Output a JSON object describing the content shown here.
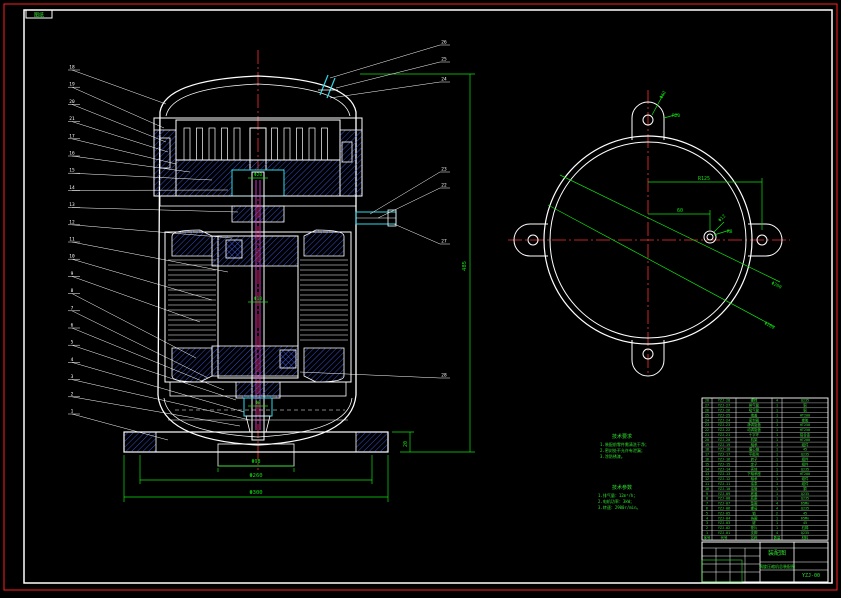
{
  "colors": {
    "background": "#000000",
    "frame": "#ff2020",
    "outline": "#ffffff",
    "dimension": "#10e010",
    "centerline": "#ff3030",
    "hatch": "#4060ff",
    "glass": "#30d8e8",
    "leader": "#ffffff",
    "table_text": "#30e030"
  },
  "sheet": {
    "tab_label": "图纸",
    "title_block": {
      "drawing_title": "装配图",
      "drawing_no": "YZJ-00",
      "sub_caption": "涡旋压缩机总装配图"
    }
  },
  "front_view": {
    "dimensions": {
      "width_base": "Φ300",
      "width_shell": "Φ260",
      "width_foot": "Φ98",
      "height_total": "485",
      "height_base": "20",
      "shaft_d": "Φ20",
      "shaft_d2": "Φ18",
      "pin_d": "Φ8"
    },
    "leaders_left": [
      "18",
      "19",
      "20",
      "21",
      "17",
      "16",
      "15",
      "14",
      "13",
      "12",
      "11",
      "10",
      "9",
      "8",
      "7",
      "6",
      "5",
      "4",
      "3",
      "2",
      "1"
    ],
    "leaders_right": [
      "26",
      "25",
      "24",
      "23",
      "22",
      "27",
      "28"
    ]
  },
  "top_view": {
    "dimensions": {
      "bolt_circle": "R125",
      "inner_offset": "60",
      "tab_hole": "Φ12",
      "tab_r": "R20",
      "port_d": "Φ12",
      "port_r": "R8",
      "diag_1": "Φ260",
      "diag_2": "Φ280"
    }
  },
  "notes": {
    "section1_title": "技术要求",
    "section1_lines": [
      "1.装配前零件需清洗干净；",
      "2.密封处不允许有泄漏；",
      "3.涂防锈漆。"
    ],
    "section2_title": "技术参数",
    "section2_lines": [
      "1.排气量：12m³/h；",
      "2.电机功率：3kW；",
      "3.转速：2900r/min。"
    ]
  },
  "parts_list": {
    "rows": [
      [
        "28",
        "YZJ-28",
        "螺栓",
        "4",
        "Q235"
      ],
      [
        "27",
        "YZJ-27",
        "排气管",
        "1",
        "铜"
      ],
      [
        "26",
        "YZJ-26",
        "吸气管",
        "1",
        "铜"
      ],
      [
        "25",
        "YZJ-25",
        "端盖",
        "1",
        "HT200"
      ],
      [
        "24",
        "YZJ-24",
        "密封圈",
        "1",
        "橡胶"
      ],
      [
        "23",
        "YZJ-23",
        "静涡旋盘",
        "1",
        "HT250"
      ],
      [
        "22",
        "YZJ-22",
        "动涡旋盘",
        "1",
        "HT250"
      ],
      [
        "21",
        "YZJ-21",
        "十字环",
        "1",
        "铝合金"
      ],
      [
        "20",
        "YZJ-20",
        "机架",
        "1",
        "HT200"
      ],
      [
        "19",
        "YZJ-19",
        "轴承",
        "1",
        "组件"
      ],
      [
        "18",
        "YZJ-18",
        "偏心轴",
        "1",
        "45"
      ],
      [
        "17",
        "YZJ-17",
        "平衡块",
        "1",
        "Q235"
      ],
      [
        "16",
        "YZJ-16",
        "转子",
        "1",
        "组件"
      ],
      [
        "15",
        "YZJ-15",
        "定子",
        "1",
        "组件"
      ],
      [
        "14",
        "YZJ-14",
        "壳体",
        "1",
        "Q235"
      ],
      [
        "13",
        "YZJ-13",
        "下轴承座",
        "1",
        "HT200"
      ],
      [
        "12",
        "YZJ-12",
        "轴承",
        "1",
        "组件"
      ],
      [
        "11",
        "YZJ-11",
        "油泵",
        "1",
        "组件"
      ],
      [
        "10",
        "YZJ-10",
        "油管",
        "1",
        "铜"
      ],
      [
        "9",
        "YZJ-09",
        "底盖",
        "1",
        "Q235"
      ],
      [
        "8",
        "YZJ-08",
        "底座",
        "1",
        "Q235"
      ],
      [
        "7",
        "YZJ-07",
        "垫圈",
        "4",
        "65Mn"
      ],
      [
        "6",
        "YZJ-06",
        "螺母",
        "4",
        "Q235"
      ],
      [
        "5",
        "YZJ-05",
        "销",
        "2",
        "45"
      ],
      [
        "4",
        "YZJ-04",
        "挡圈",
        "1",
        "65Mn"
      ],
      [
        "3",
        "YZJ-03",
        "键",
        "1",
        "45"
      ],
      [
        "2",
        "YZJ-02",
        "垫片",
        "1",
        "石棉"
      ],
      [
        "1",
        "YZJ-01",
        "支脚",
        "4",
        "Q235"
      ]
    ],
    "header": [
      "序号",
      "代号",
      "名称",
      "数量",
      "材料"
    ]
  }
}
